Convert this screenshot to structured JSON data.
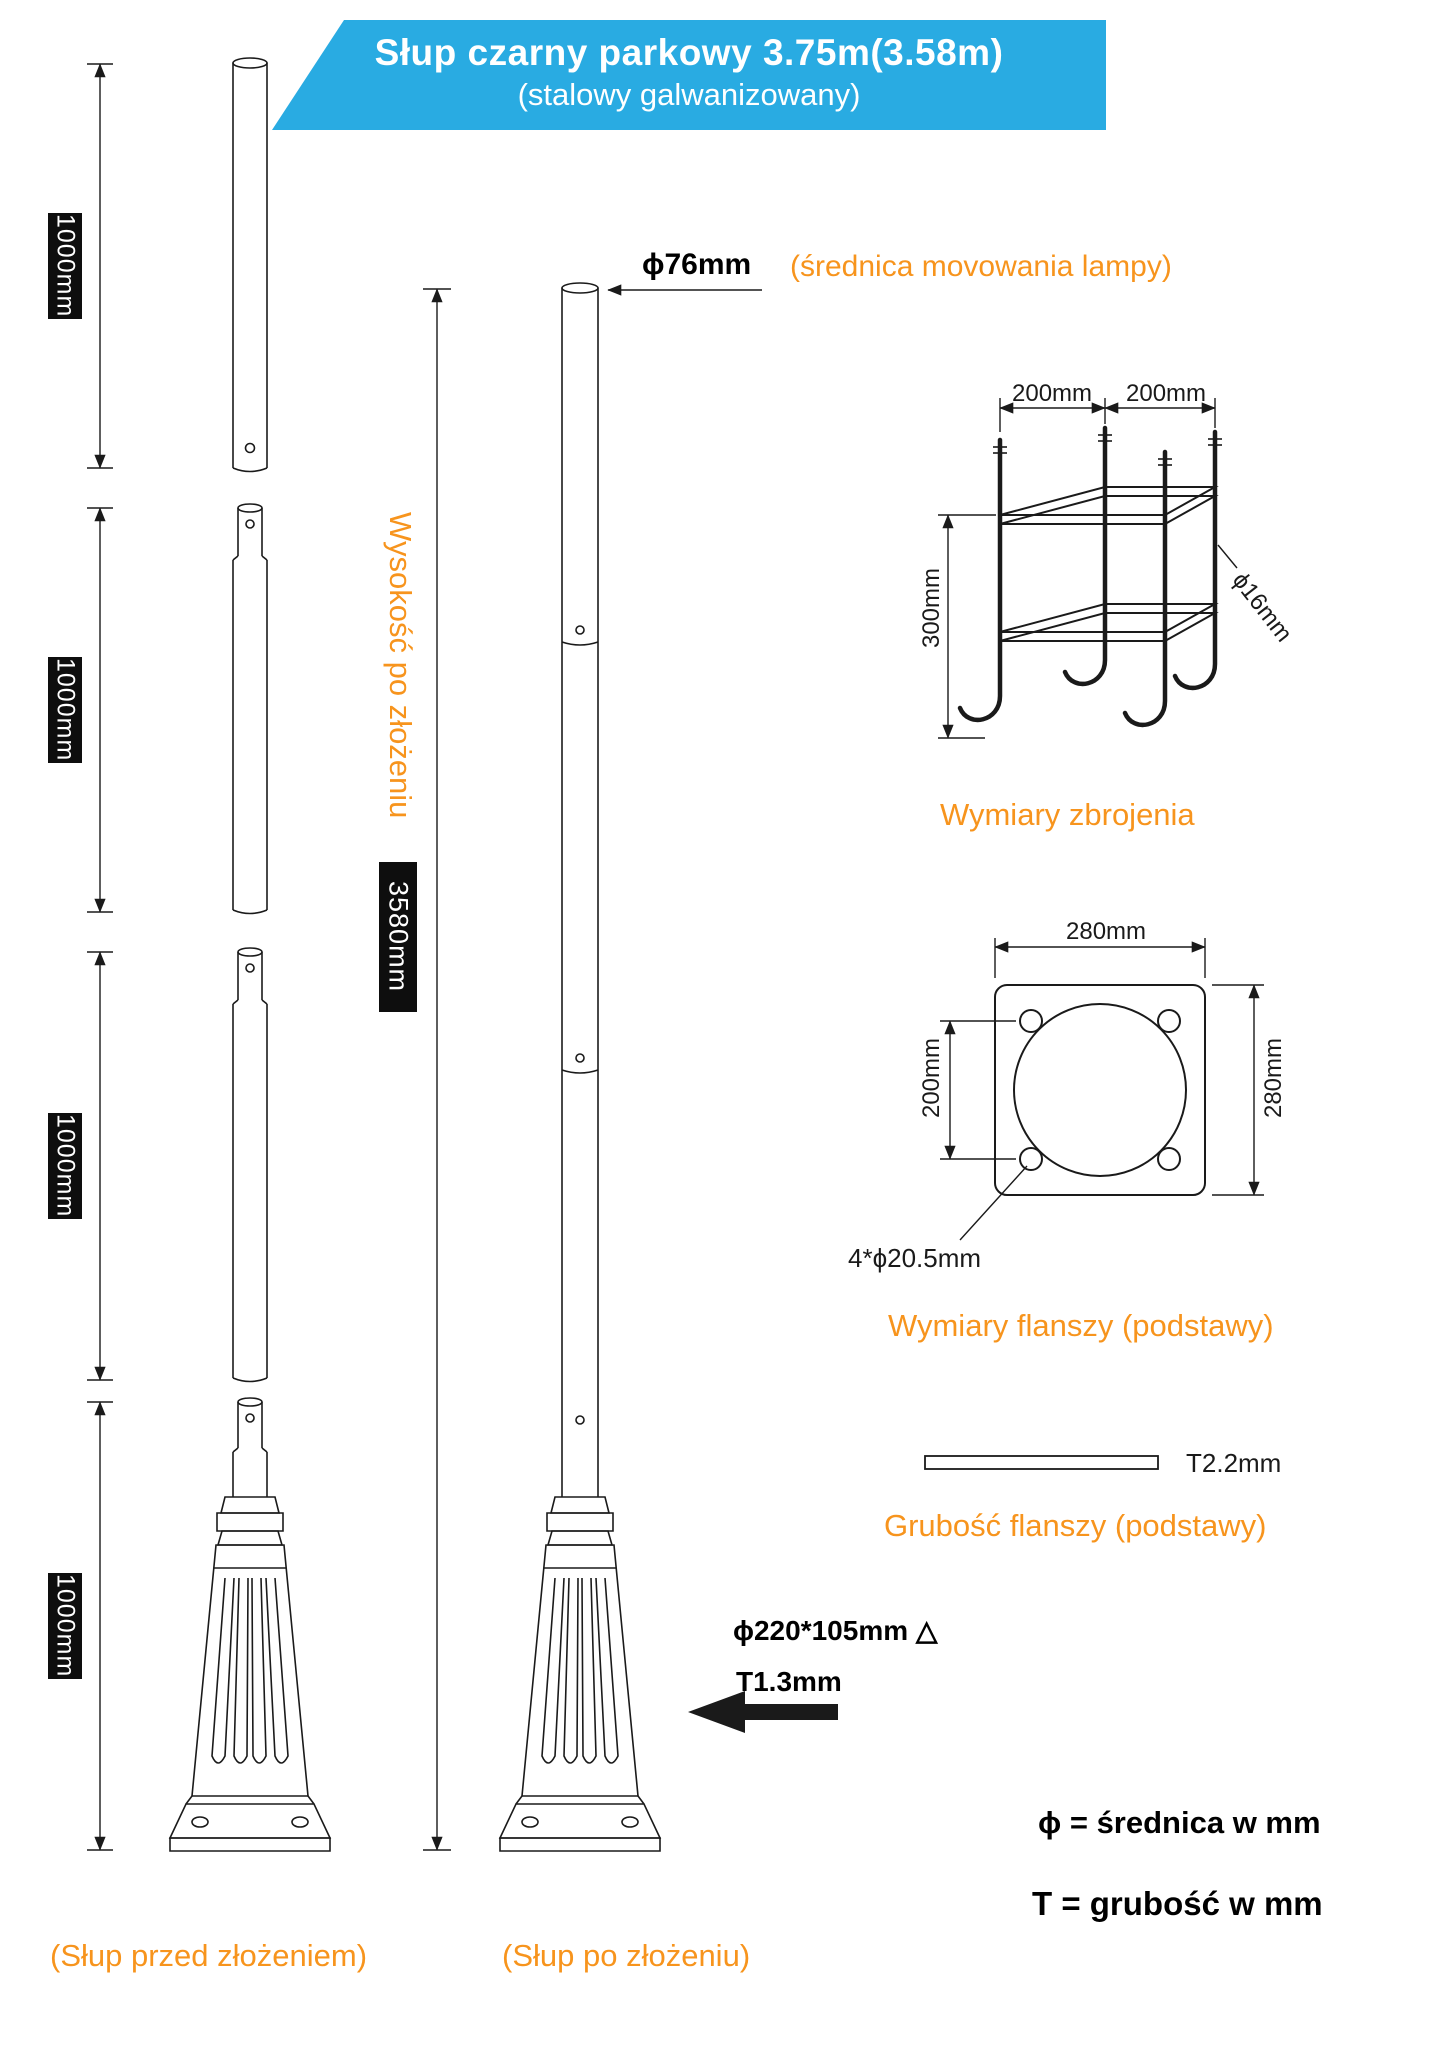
{
  "banner": {
    "title": "Słup czarny parkowy 3.75m(3.58m)",
    "subtitle": "(stalowy galwanizowany)"
  },
  "colors": {
    "banner_blue": "#29abe2",
    "accent_orange": "#f7941d",
    "line_black": "#1a1a1a"
  },
  "disassembled_pole": {
    "caption": "(Słup przed złożeniem)",
    "segment_lengths": [
      "1000mm",
      "1000mm",
      "1000mm",
      "1000mm"
    ]
  },
  "assembled_pole": {
    "caption": "(Słup po złożeniu)",
    "height_label": "Wysokość po złożeniu",
    "height_value": "3580mm",
    "top_diameter": "ϕ76mm",
    "top_diameter_note": "(średnica movowania lampy)",
    "base_dimensions": "ϕ220*105mm △",
    "base_thickness": "T1.3mm"
  },
  "rebar_diagram": {
    "caption": "Wymiary zbrojenia",
    "span_left": "200mm",
    "span_right": "200mm",
    "cage_height": "300mm",
    "bar_diameter": "ϕ16mm"
  },
  "flange_diagram": {
    "caption": "Wymiary flanszy (podstawy)",
    "outer_width": "280mm",
    "outer_height": "280mm",
    "bolt_spacing": "200mm",
    "bolt_holes": "4*ϕ20.5mm"
  },
  "flange_thickness": {
    "caption": "Grubość flanszy (podstawy)",
    "value": "T2.2mm"
  },
  "legend": {
    "diameter_line": "ϕ = średnica w mm",
    "thickness_line": "T = grubość w mm"
  }
}
